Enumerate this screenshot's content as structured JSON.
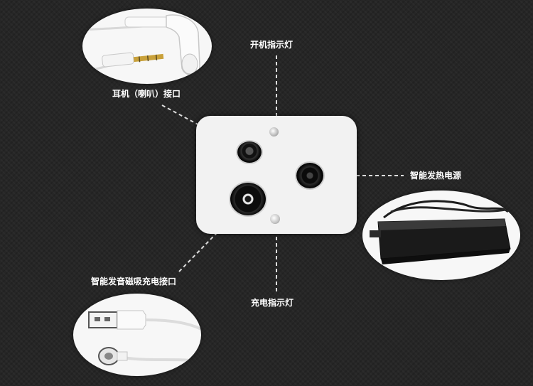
{
  "labels": {
    "power_indicator": "开机指示灯",
    "headphone_port": "耳机（喇叭）接口",
    "heating_power": "智能发热电源",
    "magnetic_charging_port": "智能发音磁吸充电接口",
    "charging_indicator": "充电指示灯"
  },
  "colors": {
    "background": "#262626",
    "panel": "#f2f2f2",
    "label_text": "#ffffff",
    "leader_line": "#dddddd"
  }
}
